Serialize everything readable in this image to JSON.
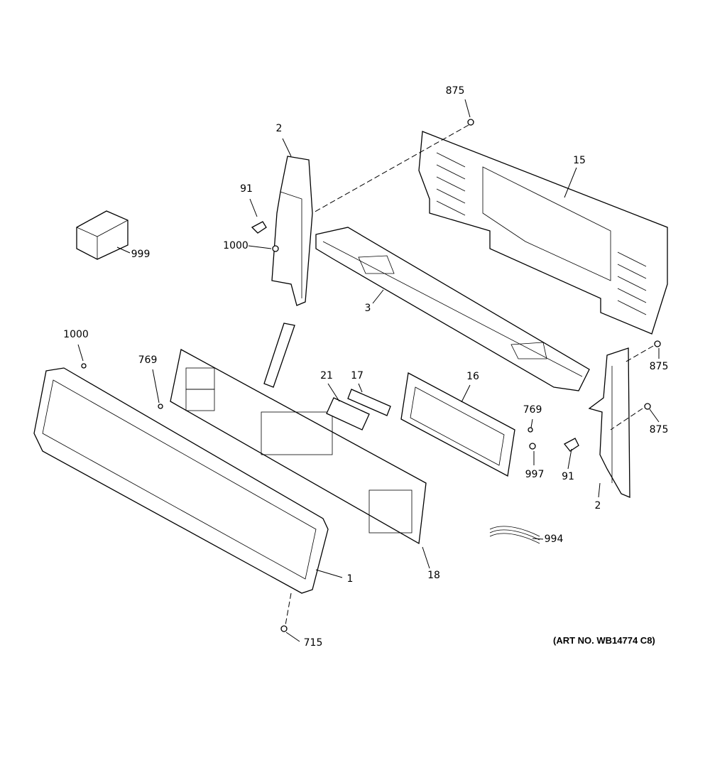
{
  "diagram": {
    "art_number": "(ART NO. WB14774 C8)",
    "callouts": [
      {
        "id": "875a",
        "text": "875"
      },
      {
        "id": "2a",
        "text": "2"
      },
      {
        "id": "15",
        "text": "15"
      },
      {
        "id": "91a",
        "text": "91"
      },
      {
        "id": "999",
        "text": "999"
      },
      {
        "id": "1000a",
        "text": "1000"
      },
      {
        "id": "3",
        "text": "3"
      },
      {
        "id": "1000b",
        "text": "1000"
      },
      {
        "id": "769a",
        "text": "769"
      },
      {
        "id": "21",
        "text": "21"
      },
      {
        "id": "17",
        "text": "17"
      },
      {
        "id": "16",
        "text": "16"
      },
      {
        "id": "875b",
        "text": "875"
      },
      {
        "id": "769b",
        "text": "769"
      },
      {
        "id": "875c",
        "text": "875"
      },
      {
        "id": "997",
        "text": "997"
      },
      {
        "id": "91b",
        "text": "91"
      },
      {
        "id": "2b",
        "text": "2"
      },
      {
        "id": "994",
        "text": "994"
      },
      {
        "id": "18",
        "text": "18"
      },
      {
        "id": "1",
        "text": "1"
      },
      {
        "id": "715",
        "text": "715"
      }
    ]
  }
}
